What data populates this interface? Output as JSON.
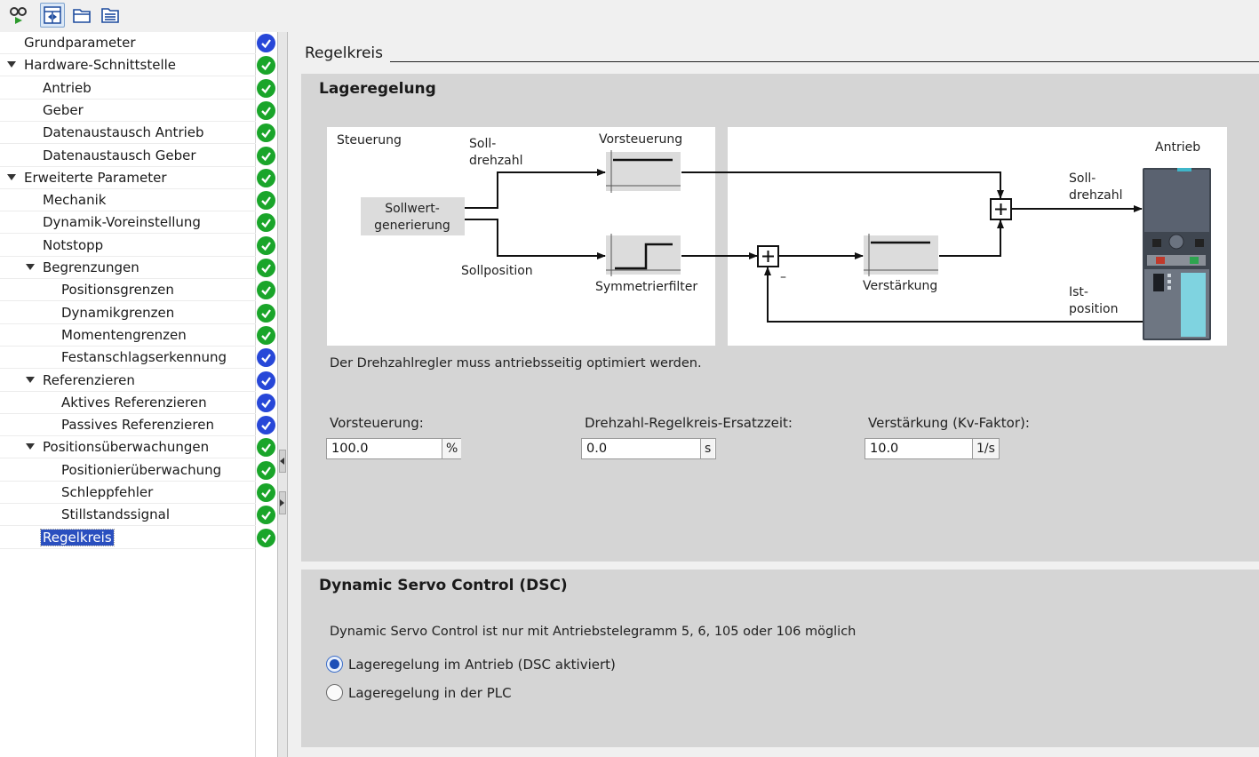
{
  "toolbar": {
    "buttons": [
      {
        "icon": "glasses-play-icon"
      },
      {
        "icon": "view-columns-icon"
      },
      {
        "icon": "folder-open-icon"
      },
      {
        "icon": "folder-list-icon"
      }
    ]
  },
  "tree": {
    "items": [
      {
        "label": "Grundparameter",
        "level": 0,
        "expandable": false,
        "status": "blue"
      },
      {
        "label": "Hardware-Schnittstelle",
        "level": 0,
        "expandable": true,
        "status": "ok"
      },
      {
        "label": "Antrieb",
        "level": 1,
        "expandable": false,
        "status": "ok"
      },
      {
        "label": "Geber",
        "level": 1,
        "expandable": false,
        "status": "ok"
      },
      {
        "label": "Datenaustausch Antrieb",
        "level": 1,
        "expandable": false,
        "status": "ok"
      },
      {
        "label": "Datenaustausch Geber",
        "level": 1,
        "expandable": false,
        "status": "ok"
      },
      {
        "label": "Erweiterte Parameter",
        "level": 0,
        "expandable": true,
        "status": "ok"
      },
      {
        "label": "Mechanik",
        "level": 1,
        "expandable": false,
        "status": "ok"
      },
      {
        "label": "Dynamik-Voreinstellung",
        "level": 1,
        "expandable": false,
        "status": "ok"
      },
      {
        "label": "Notstopp",
        "level": 1,
        "expandable": false,
        "status": "ok"
      },
      {
        "label": "Begrenzungen",
        "level": 1,
        "expandable": true,
        "status": "ok"
      },
      {
        "label": "Positionsgrenzen",
        "level": 2,
        "expandable": false,
        "status": "ok"
      },
      {
        "label": "Dynamikgrenzen",
        "level": 2,
        "expandable": false,
        "status": "ok"
      },
      {
        "label": "Momentengrenzen",
        "level": 2,
        "expandable": false,
        "status": "ok"
      },
      {
        "label": "Festanschlagserkennung",
        "level": 2,
        "expandable": false,
        "status": "blue"
      },
      {
        "label": "Referenzieren",
        "level": 1,
        "expandable": true,
        "status": "blue"
      },
      {
        "label": "Aktives Referenzieren",
        "level": 2,
        "expandable": false,
        "status": "blue"
      },
      {
        "label": "Passives Referenzieren",
        "level": 2,
        "expandable": false,
        "status": "blue"
      },
      {
        "label": "Positionsüberwachungen",
        "level": 1,
        "expandable": true,
        "status": "ok"
      },
      {
        "label": "Positionierüberwachung",
        "level": 2,
        "expandable": false,
        "status": "ok"
      },
      {
        "label": "Schleppfehler",
        "level": 2,
        "expandable": false,
        "status": "ok"
      },
      {
        "label": "Stillstandssignal",
        "level": 2,
        "expandable": false,
        "status": "ok"
      },
      {
        "label": "Regelkreis",
        "level": 1,
        "expandable": false,
        "status": "ok",
        "selected": true
      }
    ]
  },
  "section_title": "Regelkreis",
  "lageregelung": {
    "title": "Lageregelung",
    "diagram": {
      "steuerung": "Steuerung",
      "soll": "Soll-",
      "drehzahl": "drehzahl",
      "vorsteuerung": "Vorsteuerung",
      "sollwert_line1": "Sollwert-",
      "sollwert_line2": "generierung",
      "sollposition": "Sollposition",
      "symmetrierfilter": "Symmetrierfilter",
      "antrieb": "Antrieb",
      "soll_right": "Soll-",
      "drehzahl_right": "drehzahl",
      "verstaerkung": "Verstärkung",
      "ist": "Ist-",
      "position": "position",
      "minus": "–"
    },
    "note": "Der Drehzahlregler muss antriebsseitig optimiert werden.",
    "fields": [
      {
        "label": "Vorsteuerung:",
        "value": "100.0",
        "unit": "%"
      },
      {
        "label": "Drehzahl-Regelkreis-Ersatzzeit:",
        "value": "0.0",
        "unit": "s"
      },
      {
        "label": "Verstärkung (Kv-Faktor):",
        "value": "10.0",
        "unit": "1/s"
      }
    ]
  },
  "dsc": {
    "title": "Dynamic Servo Control (DSC)",
    "note": "Dynamic Servo Control ist nur mit Antriebstelegramm 5, 6, 105 oder 106 möglich",
    "options": [
      {
        "label": "Lageregelung im Antrieb (DSC aktiviert)",
        "checked": true
      },
      {
        "label": "Lageregelung in der PLC",
        "checked": false
      }
    ]
  },
  "colors": {
    "ok": "#1aa52a",
    "blue": "#2747d8",
    "selection": "#2a4fbf",
    "panel": "#d5d5d5"
  }
}
